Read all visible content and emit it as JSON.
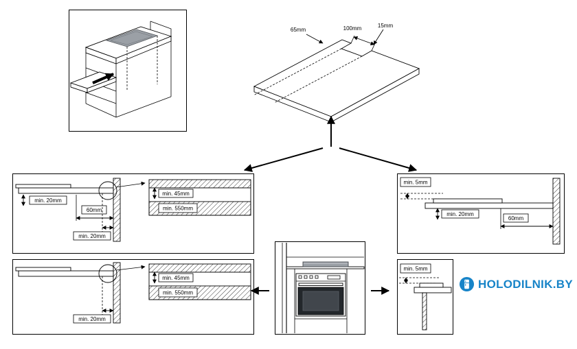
{
  "logo": {
    "text": "HOLODILNIK.BY",
    "color": "#1784c8",
    "icon": "fridge-icon"
  },
  "top_cutout": {
    "dim_65": "65mm",
    "dim_100": "100mm",
    "dim_15": "15mm"
  },
  "left_mid": {
    "min20_front": "min. 20mm",
    "d60": "60mm",
    "min20_wall": "min. 20mm",
    "min45": "min. 45mm",
    "min550": "min. 550mm"
  },
  "left_bottom": {
    "min20_wall": "min. 20mm",
    "min45": "min. 45mm",
    "min550": "min. 550mm"
  },
  "right_mid": {
    "min5": "min. 5mm",
    "min20": "min. 20mm",
    "d60": "60mm"
  },
  "right_bottom": {
    "min5": "min. 5mm"
  },
  "colors": {
    "cooktop_gray": "#9ba0a6",
    "line": "#000000",
    "logo_blue": "#1784c8"
  }
}
